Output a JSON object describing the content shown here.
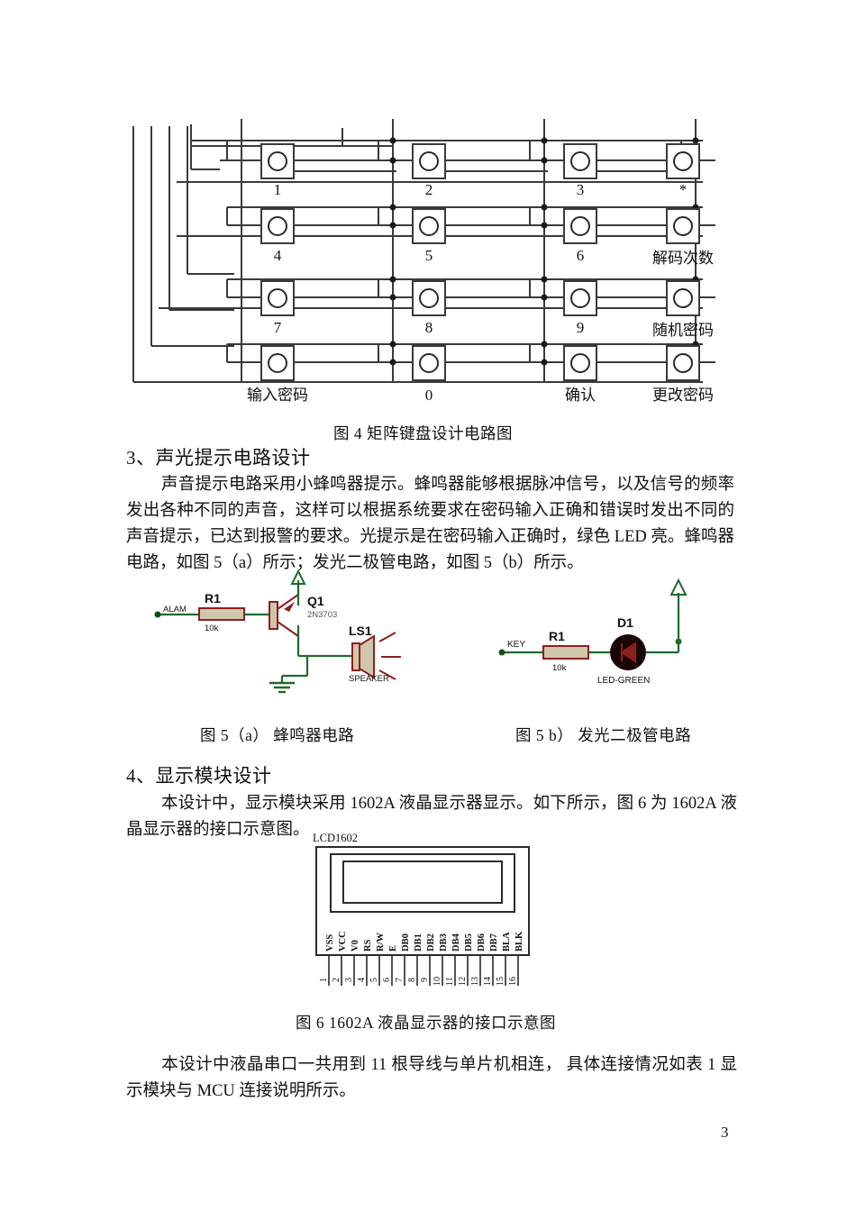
{
  "document": {
    "page_number": "3"
  },
  "figure4": {
    "caption": "图 4   矩阵键盘设计电路图",
    "keys": [
      {
        "label": "1",
        "row": 0,
        "col": 0
      },
      {
        "label": "2",
        "row": 0,
        "col": 1
      },
      {
        "label": "3",
        "row": 0,
        "col": 2
      },
      {
        "label": "*",
        "row": 0,
        "col": 3
      },
      {
        "label": "4",
        "row": 1,
        "col": 0
      },
      {
        "label": "5",
        "row": 1,
        "col": 1
      },
      {
        "label": "6",
        "row": 1,
        "col": 2
      },
      {
        "label": "解码次数",
        "row": 1,
        "col": 3
      },
      {
        "label": "7",
        "row": 2,
        "col": 0
      },
      {
        "label": "8",
        "row": 2,
        "col": 1
      },
      {
        "label": "9",
        "row": 2,
        "col": 2
      },
      {
        "label": "随机密码",
        "row": 2,
        "col": 3
      },
      {
        "label": "输入密码",
        "row": 3,
        "col": 0
      },
      {
        "label": "0",
        "row": 3,
        "col": 1
      },
      {
        "label": "确认",
        "row": 3,
        "col": 2
      },
      {
        "label": "更改密码",
        "row": 3,
        "col": 3
      }
    ]
  },
  "section3": {
    "heading": "3、声光提示电路设计",
    "body": "声音提示电路采用小蜂鸣器提示。蜂鸣器能够根据脉冲信号，以及信号的频率发出各种不同的声音，这样可以根据系统要求在密码输入正确和错误时发出不同的声音提示，已达到报警的要求。光提示是在密码输入正确时，绿色 LED 亮。蜂鸣器电路，如图 5（a）所示；发光二极管电路，如图 5（b）所示。"
  },
  "figure5a": {
    "caption": "图 5（a）  蜂鸣器电路",
    "net_label": "ALAM",
    "resistor_ref": "R1",
    "resistor_value": "10k",
    "transistor_ref": "Q1",
    "transistor_part": "2N3703",
    "speaker_ref": "LS1",
    "speaker_part": "SPEAKER",
    "colors": {
      "wire": "#1f6b2e",
      "component": "#8b2020",
      "body_fill": "#cfc6ab"
    }
  },
  "figure5b": {
    "caption": "图 5  b）  发光二极管电路",
    "net_label": "KEY",
    "resistor_ref": "R1",
    "resistor_value": "10k",
    "led_ref": "D1",
    "led_part": "LED-GREEN",
    "colors": {
      "wire": "#1f6b2e",
      "component": "#8b2020",
      "body_fill": "#cfc6ab",
      "led_body": "#1a0605"
    }
  },
  "section4": {
    "heading": "4、显示模块设计",
    "body": "本设计中，显示模块采用 1602A 液晶显示器显示。如下所示，图 6 为 1602A 液晶显示器的接口示意图。"
  },
  "figure6": {
    "title": "LCD1602",
    "caption": "图 6   1602A 液晶显示器的接口示意图",
    "pins": [
      {
        "number": "1",
        "name": "VSS"
      },
      {
        "number": "2",
        "name": "VCC"
      },
      {
        "number": "3",
        "name": "V0"
      },
      {
        "number": "4",
        "name": "RS"
      },
      {
        "number": "5",
        "name": "R/W"
      },
      {
        "number": "6",
        "name": "E"
      },
      {
        "number": "7",
        "name": "DB0"
      },
      {
        "number": "8",
        "name": "DB1"
      },
      {
        "number": "9",
        "name": "DB2"
      },
      {
        "number": "10",
        "name": "DB3"
      },
      {
        "number": "11",
        "name": "DB4"
      },
      {
        "number": "12",
        "name": "DB5"
      },
      {
        "number": "13",
        "name": "DB6"
      },
      {
        "number": "14",
        "name": "DB7"
      },
      {
        "number": "15",
        "name": "BLA"
      },
      {
        "number": "16",
        "name": "BLK"
      }
    ]
  },
  "closing": {
    "body": "本设计中液晶串口一共用到 11 根导线与单片机相连， 具体连接情况如表 1 显示模块与 MCU 连接说明所示。"
  }
}
